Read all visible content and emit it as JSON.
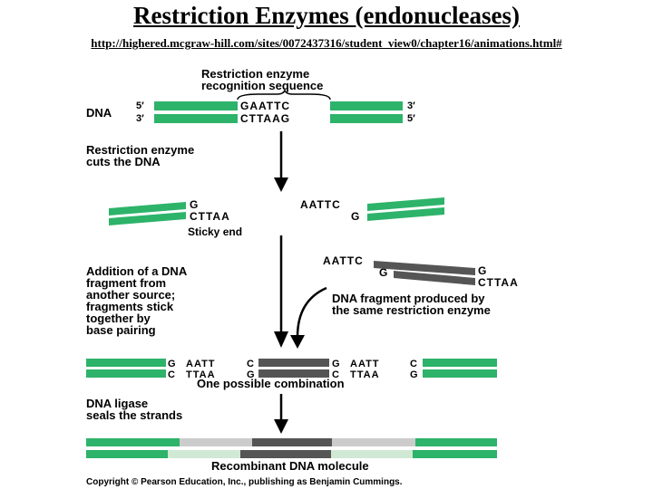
{
  "title": "Restriction Enzymes (endonucleases)",
  "url": "http://highered.mcgraw-hill.com/sites/0072437316/student_view0/chapter16/animations.html#",
  "diagram": {
    "recognition_label_1": "Restriction enzyme",
    "recognition_label_2": "recognition sequence",
    "dna_label": "DNA",
    "five_prime_left": "5′",
    "three_prime_left": "3′",
    "three_prime_right": "3′",
    "five_prime_right": "5′",
    "top_seq": "GAATTC",
    "bottom_seq": "CTTAAG",
    "step1_line1": "Restriction enzyme",
    "step1_line2": "cuts the DNA",
    "cut_left_top": "G",
    "cut_left_bottom": "CTTAA",
    "cut_right_top": "AATTC",
    "cut_right_bottom": "G",
    "sticky_end": "Sticky end",
    "step2_lines": [
      "Addition of a DNA",
      "fragment from",
      "another source;",
      "fragments stick",
      "together by",
      "base pairing"
    ],
    "fragment_top_left": "AATTC",
    "fragment_bottom_left": "G",
    "fragment_top_right": "G",
    "fragment_bottom_right": "CTTAA",
    "fragment_label_1": "DNA fragment produced by",
    "fragment_label_2": "the same restriction enzyme",
    "combo_top": [
      "G",
      "AATT",
      "C",
      "G",
      "AATT",
      "C"
    ],
    "combo_bottom": [
      "C",
      "TTAA",
      "G",
      "C",
      "TTAA",
      "G"
    ],
    "combo_label": "One possible combination",
    "step3_line1": "DNA ligase",
    "step3_line2": "seals the strands",
    "final_label": "Recombinant DNA molecule",
    "copyright": "Copyright © Pearson Education, Inc., publishing as Benjamin Cummings.",
    "colors": {
      "green": "#2db36a",
      "gray": "#555555",
      "lightgray": "#cccccc",
      "lightgreen": "#cfe9d4"
    }
  }
}
